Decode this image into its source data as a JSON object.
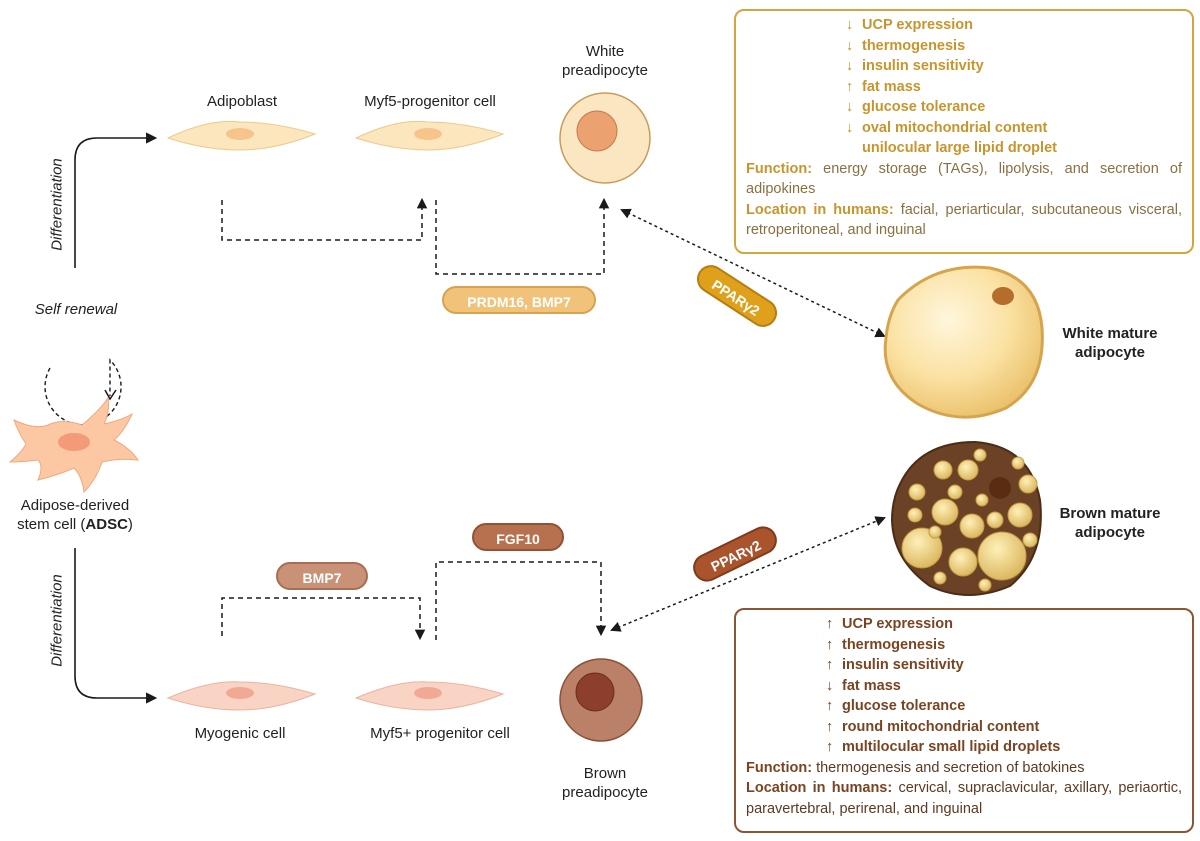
{
  "labels": {
    "adipoblast": "Adipoblast",
    "myf5_neg": "Myf5-progenitor cell",
    "white_pre_1": "White",
    "white_pre_2": "preadipocyte",
    "white_mature_1": "White mature",
    "white_mature_2": "adipocyte",
    "brown_mature_1": "Brown mature",
    "brown_mature_2": "adipocyte",
    "adsc_1": "Adipose-derived",
    "adsc_2a": "stem cell (",
    "adsc_2b": "ADSC",
    "adsc_2c": ")",
    "self_renewal": "Self renewal",
    "differentiation_top": "Differentiation",
    "differentiation_bottom": "Differentiation",
    "myogenic": "Myogenic cell",
    "myf5_pos": "Myf5+ progenitor cell",
    "brown_pre_1": "Brown",
    "brown_pre_2": "preadipocyte"
  },
  "factors": {
    "prdm16_bmp7": "PRDM16, BMP7",
    "ppar_white": "PPARγ2",
    "bmp7": "BMP7",
    "fgf10": "FGF10",
    "ppar_brown": "PPARγ2"
  },
  "white_box": {
    "bullets": [
      {
        "arrow": "↓",
        "text": "UCP expression"
      },
      {
        "arrow": "↓",
        "text": "thermogenesis"
      },
      {
        "arrow": "↓",
        "text": "insulin sensitivity"
      },
      {
        "arrow": "↑",
        "text": "fat mass"
      },
      {
        "arrow": "↓",
        "text": "glucose tolerance"
      },
      {
        "arrow": "↓",
        "text": "oval mitochondrial content"
      },
      {
        "arrow": "",
        "text": "unilocular large lipid droplet"
      }
    ],
    "function_label": "Function:",
    "function_text": " energy storage (TAGs), lipolysis, and secretion of adipokines",
    "location_label": "Location in humans:",
    "location_text": " facial, periarticular, subcutaneous visceral, retroperitoneal, and inguinal"
  },
  "brown_box": {
    "bullets": [
      {
        "arrow": "↑",
        "text": "UCP expression"
      },
      {
        "arrow": "↑",
        "text": "thermogenesis"
      },
      {
        "arrow": "↑",
        "text": "insulin sensitivity"
      },
      {
        "arrow": "↓",
        "text": "fat mass"
      },
      {
        "arrow": "↑",
        "text": "glucose tolerance"
      },
      {
        "arrow": "↑",
        "text": "round mitochondrial content"
      },
      {
        "arrow": "↑",
        "text": "multilocular small lipid droplets"
      }
    ],
    "function_label": "Function:",
    "function_text": " thermogenesis and secretion of batokines",
    "location_label": "Location in humans:",
    "location_text": " cervical, supraclavicular, axillary, periaortic, paravertebral, perirenal, and inguinal"
  },
  "colors": {
    "white_accent": "#c8952d",
    "brown_accent": "#7a4422",
    "spindle_top": "#fbe6be",
    "spindle_bottom": "#f9d3c4",
    "adsc": "#fcc8a4"
  },
  "icons": {
    "adsc": "stellate-stem-cell-icon",
    "adipoblast": "spindle-cell-icon",
    "white_mature": "white-fat-cell-icon",
    "brown_mature": "brown-fat-cell-icon"
  }
}
